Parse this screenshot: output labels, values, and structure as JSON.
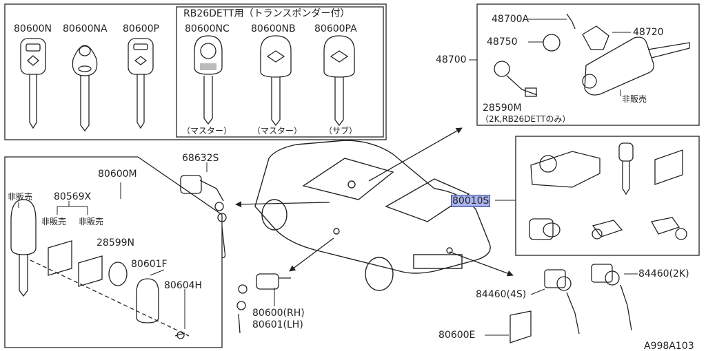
{
  "diagram": {
    "code": "A998A103",
    "highlight_color": "#aab4ee",
    "transponder_box": {
      "header": "RB26DETT用（トランスポンダー付）"
    },
    "keys": [
      {
        "part": "80600N"
      },
      {
        "part": "80600NA"
      },
      {
        "part": "80600P"
      },
      {
        "part": "80600NC",
        "note": "（マスター）"
      },
      {
        "part": "80600NB",
        "note": "（マスター）"
      },
      {
        "part": "80600PA",
        "note": "（サブ）"
      }
    ],
    "ignition_box": {
      "assembly": "48700",
      "parts": [
        "48700A",
        "48720",
        "48750",
        "28590M"
      ],
      "note": "（2K,RB26DETTのみ）",
      "not_sold": "非販売"
    },
    "set_box": {
      "part": "80010S"
    },
    "key_parts_box": {
      "assembly": "80600M",
      "parts": [
        "80569X",
        "28599N",
        "80601F",
        "80604H"
      ],
      "not_sold": [
        "非販売",
        "非販売",
        "非販売"
      ]
    },
    "trunk_lock": "68632S",
    "door_lock": [
      "80600(RH)",
      "80601(LH)"
    ],
    "rear_locks": [
      "84460(4S)",
      "84460(2K)"
    ],
    "retainer": "80600E"
  }
}
